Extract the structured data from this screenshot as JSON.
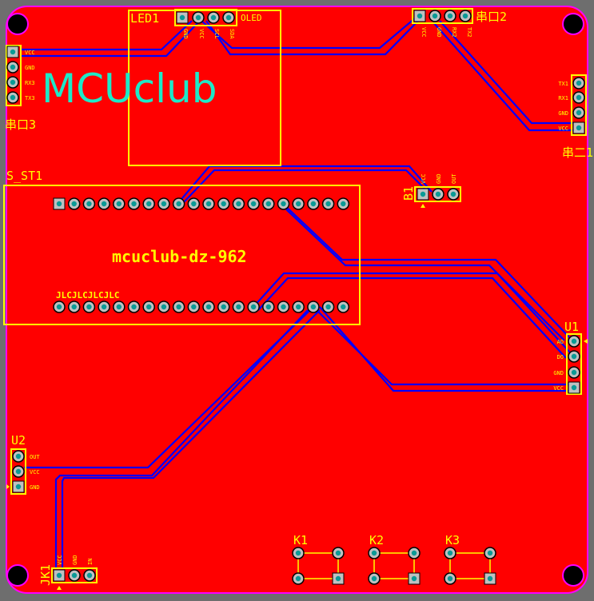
{
  "board": {
    "logo": "MCUclub",
    "title_text": "mcuclub-dz-962",
    "jlc_text": "JLCJLCJLCJLC",
    "colors": {
      "board": "#ff0000",
      "silk": "#ffff00",
      "trace": "#0000ff",
      "logo": "#1de9c8",
      "edge": "#ff00ff"
    }
  },
  "components": {
    "led1": {
      "ref": "LED1",
      "name": "OLED",
      "pins": [
        "GND",
        "VCC",
        "SCL",
        "SDA"
      ]
    },
    "uart3": {
      "ref": "串口3",
      "pins": [
        "VCC",
        "GND",
        "RX3",
        "TX3"
      ]
    },
    "uart2": {
      "ref": "串口2",
      "pins": [
        "VCC",
        "GND",
        "RX2",
        "TX2"
      ]
    },
    "uart1": {
      "ref": "串二1",
      "pins": [
        "TX1",
        "RX1",
        "GND",
        "VCC"
      ]
    },
    "s_st1": {
      "ref": "S_ST1"
    },
    "b1": {
      "ref": "B1",
      "pins": [
        "VCC",
        "GND",
        "OUT"
      ]
    },
    "u1": {
      "ref": "U1",
      "pins": [
        "AO",
        "DO",
        "GND",
        "VCC"
      ]
    },
    "u2": {
      "ref": "U2",
      "pins": [
        "OUT",
        "VCC",
        "GND"
      ]
    },
    "jk1": {
      "ref": "JK1",
      "pins": [
        "VCC",
        "GND",
        "IN"
      ]
    },
    "k1": {
      "ref": "K1"
    },
    "k2": {
      "ref": "K2"
    },
    "k3": {
      "ref": "K3"
    }
  }
}
